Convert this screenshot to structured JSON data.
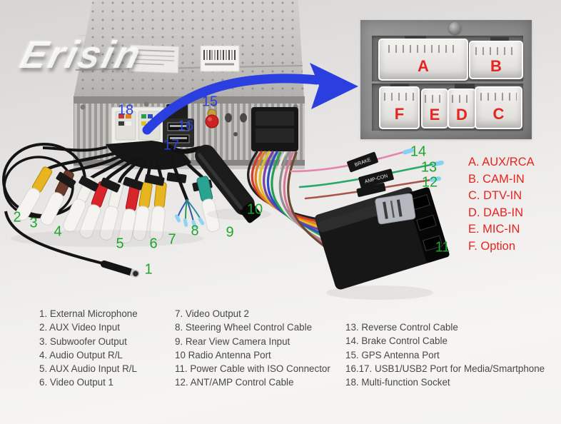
{
  "watermark": "Erisin",
  "colors": {
    "marker_green": "#1EA52F",
    "marker_blue": "#2B3FD9",
    "legend_red": "#E8231E",
    "arrow_blue": "#2B3FE0"
  },
  "inset": {
    "letters": {
      "A": "A",
      "B": "B",
      "C": "C",
      "D": "D",
      "E": "E",
      "F": "F"
    }
  },
  "markers": {
    "n1": "1",
    "n2": "2",
    "n3": "3",
    "n4": "4",
    "n5": "5",
    "n6": "6",
    "n7": "7",
    "n8": "8",
    "n9": "9",
    "n10": "10",
    "n11": "11",
    "n12": "12",
    "n13": "13",
    "n14": "14",
    "n15": "15",
    "n16": "16",
    "n17": "17",
    "n18": "18"
  },
  "cable_tags": [
    "BRAKE",
    "AMP-CON"
  ],
  "connector_legend": [
    "A. AUX/RCA",
    "B. CAM-IN",
    "C. DTV-IN",
    "D. DAB-IN",
    "E. MIC-IN",
    "F. Option"
  ],
  "bottom_legend": {
    "col1": [
      "1. External Microphone",
      "2. AUX Video Input",
      "3. Subwoofer Output",
      "4. Audio Output R/L",
      "5. AUX Audio Input R/L",
      "6. Video Output 1"
    ],
    "col2": [
      "7. Video Output 2",
      "8. Steering Wheel Control Cable",
      "9. Rear View Camera Input",
      "10 Radio Antenna Port",
      "11. Power Cable with ISO Connector",
      "12. ANT/AMP Control Cable"
    ],
    "col3": [
      "13. Reverse Control Cable",
      "14. Brake Control Cable",
      "15. GPS Antenna Port",
      "16.17. USB1/USB2 Port for Media/Smartphone",
      "18. Multi-function Socket"
    ]
  }
}
